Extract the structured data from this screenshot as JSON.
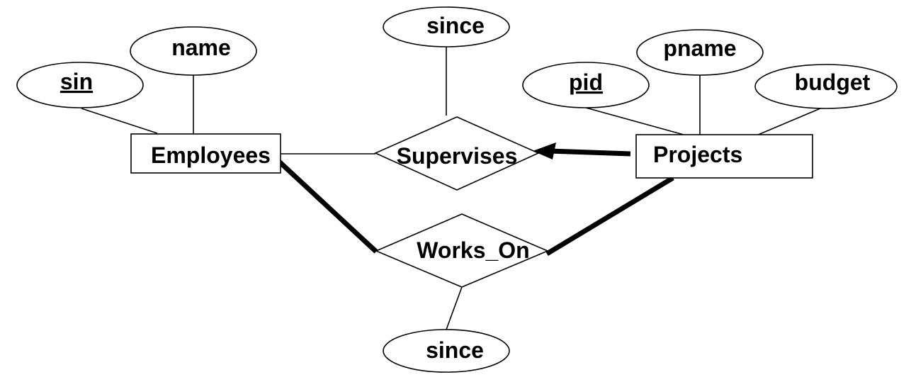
{
  "entities": {
    "employees": "Employees",
    "projects": "Projects"
  },
  "relationships": {
    "supervises": "Supervises",
    "works_on": "Works_On"
  },
  "attributes": {
    "sin": "sin",
    "name": "name",
    "supervises_since": "since",
    "pid": "pid",
    "pname": "pname",
    "budget": "budget",
    "works_on_since": "since"
  },
  "key_attributes": [
    "sin",
    "pid"
  ],
  "colors": {
    "stroke": "#000000",
    "fill": "#ffffff",
    "text": "#000000"
  }
}
